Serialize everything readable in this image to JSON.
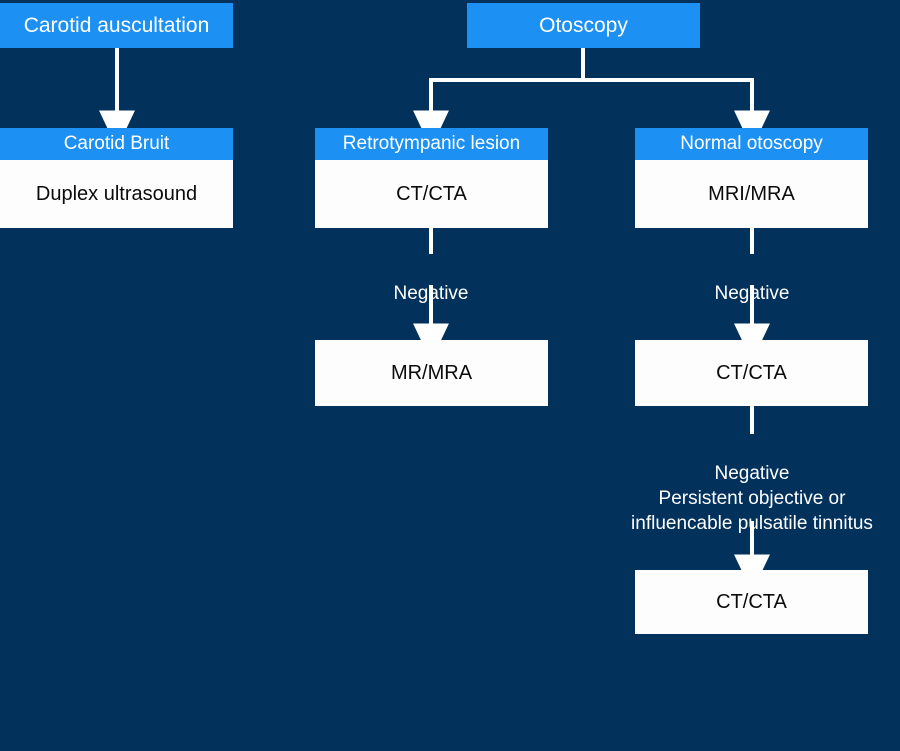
{
  "diagram": {
    "title": "Pulsatile tinnitus imaging workup algorithm",
    "background_color": "#02315c",
    "accent_color": "#1d90f4",
    "box_fill_color": "#fdfdfd",
    "connector_color": "#ffffff"
  },
  "nodes": {
    "carotid_auscultation": {
      "label": "Carotid auscultation"
    },
    "otoscopy": {
      "label": "Otoscopy"
    },
    "carotid_bruit": {
      "header": "Carotid Bruit",
      "body": "Duplex ultrasound"
    },
    "retrotympanic_lesion": {
      "header": "Retrotympanic lesion",
      "body": "CT/CTA"
    },
    "normal_otoscopy": {
      "header": "Normal otoscopy",
      "body": "MRI/MRA"
    },
    "left_second": {
      "label": "MR/MRA"
    },
    "right_second": {
      "label": "CT/CTA"
    },
    "right_third": {
      "label": "CT/CTA"
    }
  },
  "edge_labels": {
    "left_negative": "Negative",
    "right_negative": "Negative",
    "right_persistent": "Negative\nPersistent objective or\ninfluencable pulsatile tinnitus"
  }
}
